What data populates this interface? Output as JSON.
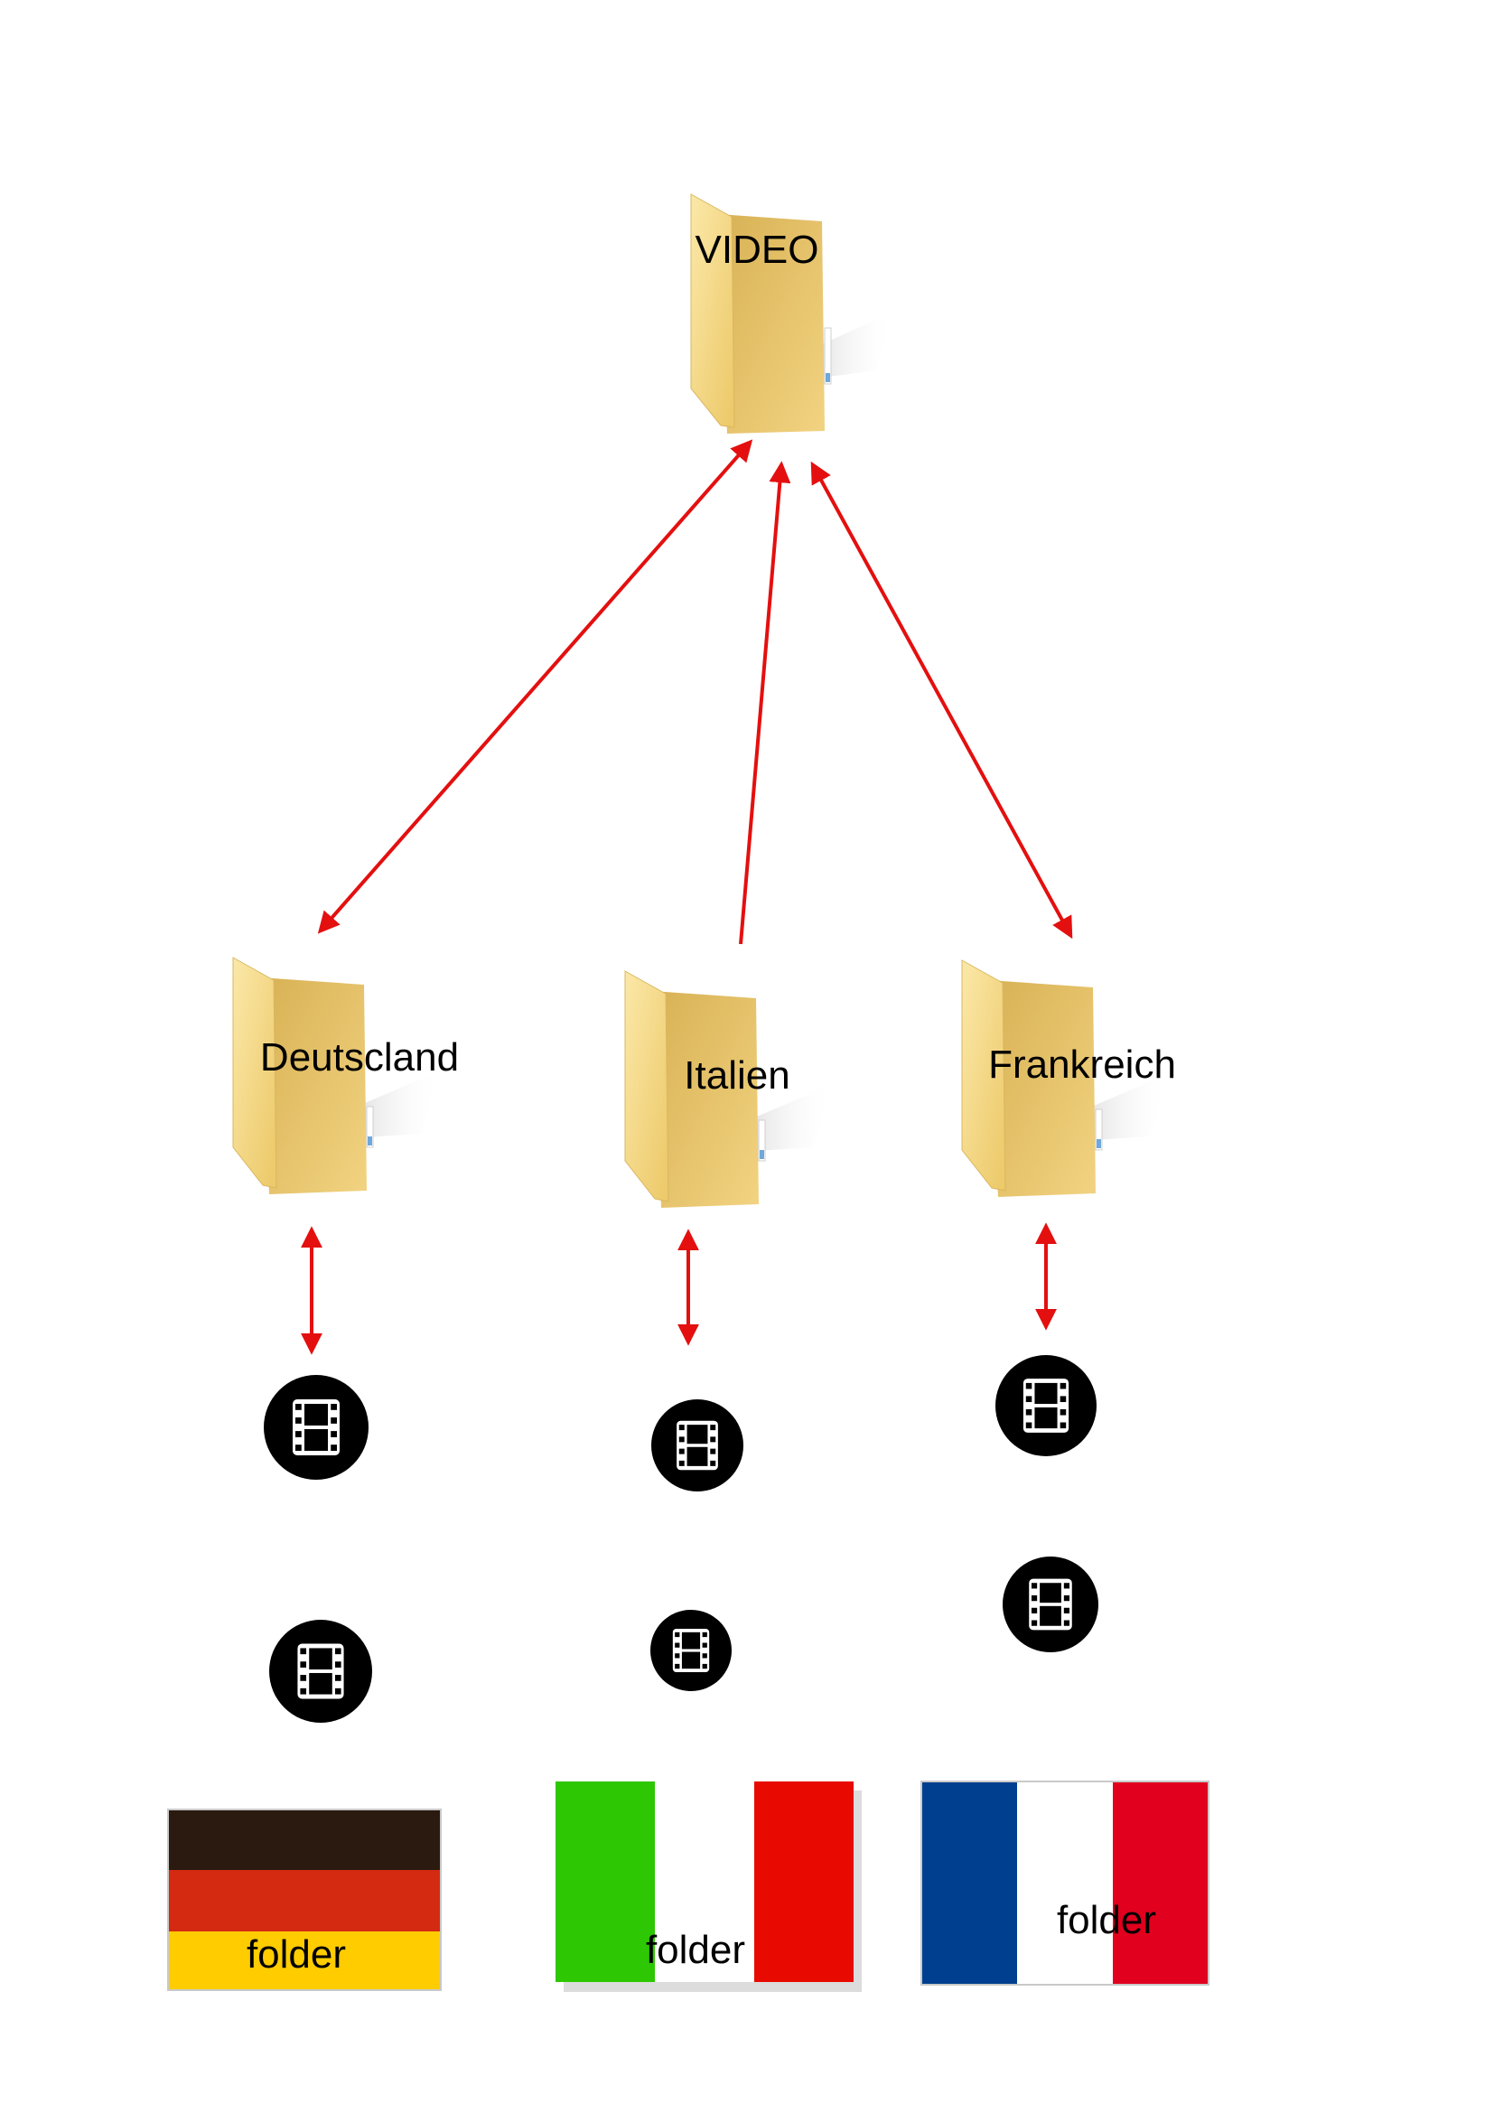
{
  "root": {
    "label": "VIDEO"
  },
  "children": [
    {
      "label": "Deutscland",
      "flag_label": "folder",
      "flag_colors": [
        "#2a1a10",
        "#d42a12",
        "#ffcc00"
      ],
      "video_count": 2
    },
    {
      "label": "Italien",
      "flag_label": "folder",
      "flag_colors": [
        "#2ec703",
        "#ffffff",
        "#e80a00"
      ],
      "video_count": 2
    },
    {
      "label": "Frankreich",
      "flag_label": "folder",
      "flag_colors": [
        "#003f8f",
        "#ffffff",
        "#e1001e"
      ],
      "video_count": 2
    }
  ],
  "colors": {
    "arrow": "#e3100f",
    "folder_back": "#e2bf63",
    "folder_front": "#f6da8e",
    "video_badge": "#000000"
  },
  "icons": {
    "folder": "folder-icon",
    "video": "film-icon"
  }
}
